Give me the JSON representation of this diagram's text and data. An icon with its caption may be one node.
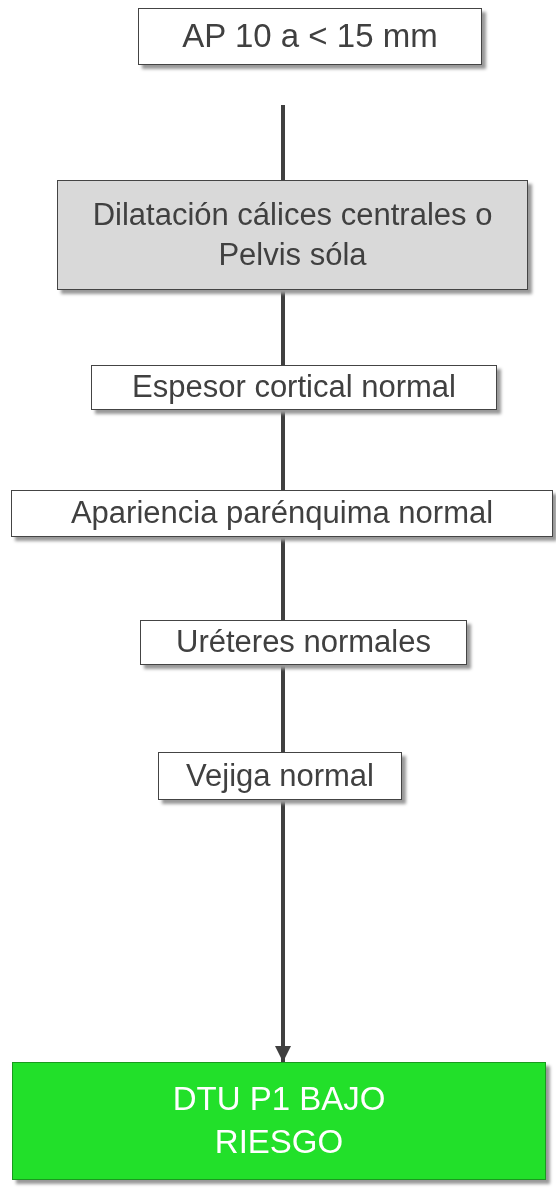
{
  "diagram": {
    "nodes": [
      {
        "text": [
          "AP 10 a < 15 mm"
        ]
      },
      {
        "text": [
          "Dilatación cálices centrales o Pelvis sóla"
        ]
      },
      {
        "text": [
          "Espesor cortical normal"
        ]
      },
      {
        "text": [
          "Apariencia parénquima normal"
        ]
      },
      {
        "text": [
          "Uréteres normales"
        ]
      },
      {
        "text": [
          "Vejiga normal"
        ]
      },
      {
        "text": [
          "DTU P1 BAJO RIESGO"
        ]
      }
    ],
    "edges": [
      {
        "from": null,
        "to": 1,
        "arrow": "none"
      },
      {
        "from": 1,
        "to": 2,
        "arrow": "none"
      },
      {
        "from": 2,
        "to": 3,
        "arrow": "none"
      },
      {
        "from": 3,
        "to": 4,
        "arrow": "none"
      },
      {
        "from": 4,
        "to": 5,
        "arrow": "none"
      },
      {
        "from": 5,
        "to": 6,
        "arrow": "to"
      }
    ]
  }
}
